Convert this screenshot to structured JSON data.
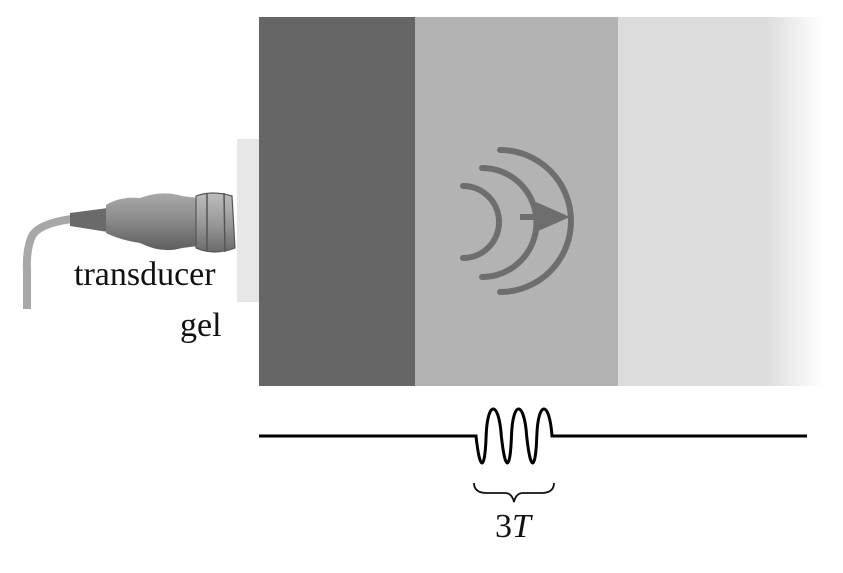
{
  "labels": {
    "transducer": "transducer",
    "gel": "gel",
    "duration_prefix": "3",
    "duration_symbol": "T"
  },
  "colors": {
    "background": "#ffffff",
    "layer_1": "#666666",
    "layer_2": "#b3b3b3",
    "layer_3": "#dcdcdc",
    "gel": "#e6e6e6",
    "wave": "#6e6e6e",
    "pulse_line": "#000000",
    "cable": "#a8a8a8",
    "probe_body": "#8a8a8a"
  },
  "pulse": {
    "cycles": 3
  }
}
